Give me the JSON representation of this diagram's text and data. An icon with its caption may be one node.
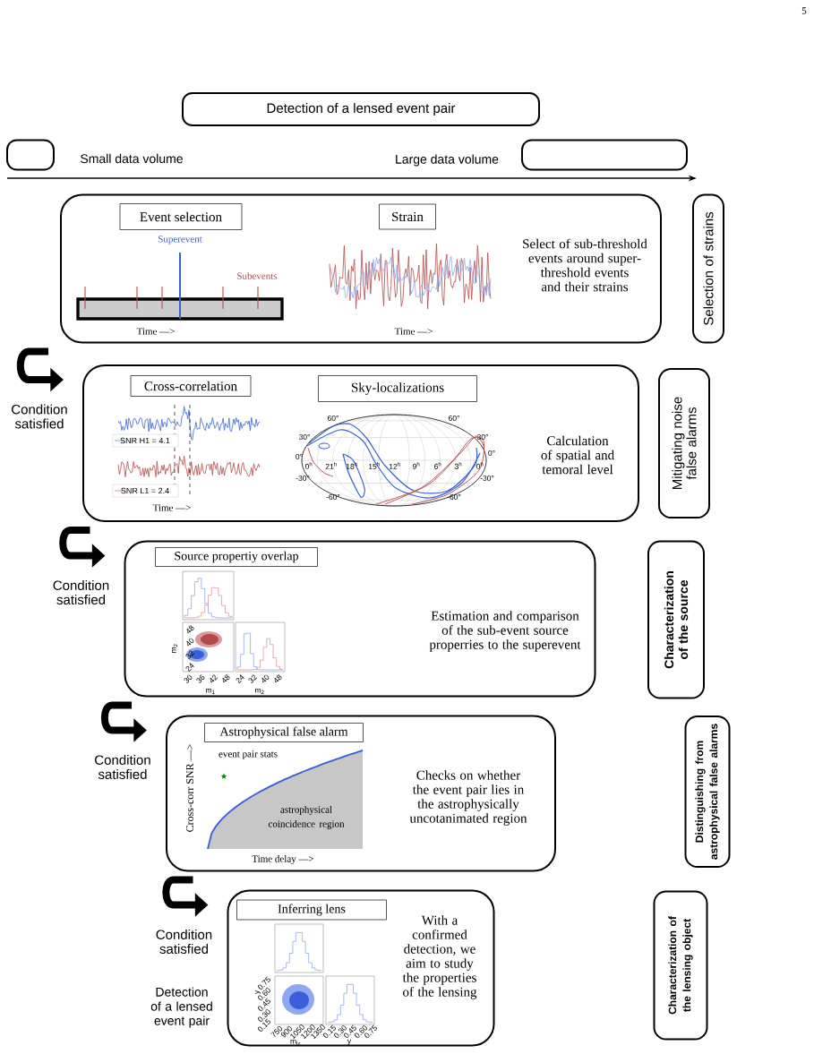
{
  "diagram": {
    "nodes": [
      {
        "text": [
          "Detection of a lensed event pair"
        ]
      },
      {
        "text": [],
        "shape": "box"
      },
      {
        "text": [],
        "shape": "box"
      },
      {
        "text": [
          "Select of sub-threshold events around super-threshold events and their strains"
        ]
      },
      {
        "text": [
          "Event selection"
        ],
        "in": 3
      },
      {
        "text": [
          "Strain"
        ],
        "in": 3
      },
      {
        "text": [
          "Selection of strains"
        ]
      },
      {
        "text": [
          "Calculation of spatial and temoral level"
        ]
      },
      {
        "text": [
          "Cross-correlation"
        ],
        "in": 7
      },
      {
        "text": [
          "Sky-localizations"
        ],
        "in": 7
      },
      {
        "text": [
          "Mitigating noise false alarms"
        ]
      },
      {
        "text": [
          "Estimation and comparison of the sub-event source properries to the superevent"
        ]
      },
      {
        "text": [
          "Source propertiy overlap"
        ],
        "in": 11
      },
      {
        "text": [
          "Characterization of the source"
        ]
      },
      {
        "text": [
          "Checks on whether the event pair lies in the astrophysically uncotanimated region"
        ]
      },
      {
        "text": [
          "Astrophysical false alarm"
        ],
        "in": 14
      },
      {
        "text": [
          "Distinguishing from astrophysical false alarms"
        ]
      },
      {
        "text": [
          "With a confirmed detection, we aim to study the properties of the lensing"
        ]
      },
      {
        "text": [
          "Inferring lens"
        ],
        "in": 17
      },
      {
        "text": [
          "Characterization of the lensing object"
        ]
      }
    ],
    "edges": [
      {
        "from": 3,
        "to": 7,
        "arrow": "to",
        "label": "Condition satisfied"
      },
      {
        "from": 7,
        "to": 11,
        "arrow": "to",
        "label": "Condition satisfied"
      },
      {
        "from": 11,
        "to": 14,
        "arrow": "to",
        "label": "Condition satisfied"
      },
      {
        "from": 14,
        "to": 17,
        "arrow": "to",
        "label": "Condition satisfied"
      }
    ],
    "labels": [
      "5",
      "Small data volume",
      "Large data volume",
      "Superevent",
      "Subevents",
      "Time —>",
      "Time —>",
      "SNR H1 = 4.1",
      "SNR L1 = 2.4",
      "Time —>",
      "60°",
      "60°",
      "30°",
      "30°",
      "0°",
      "0°",
      "-30°",
      "-30°",
      "-60°",
      "-60°",
      "0$^{h}$",
      "21$^{h}$",
      "18$^{h}$",
      "15$^{h}$",
      "12$^{h}$",
      "9$^{h}$",
      "6$^{h}$",
      "3$^{h}$",
      "0$^{h}$",
      "48",
      "40",
      "32",
      "24",
      "m$_{2}$",
      "30",
      "36",
      "42",
      "48",
      "24",
      "32",
      "40",
      "48",
      "m$_{1}$",
      "m$_{2}$",
      "Cross-corr SNR —>",
      "event pair stats",
      "astrophysical coincidence region",
      "Time delay —>",
      "0.75",
      "0.60",
      "0.45",
      "0.30",
      "0.15",
      "y",
      "750",
      "900",
      "1050",
      "1200",
      "1350",
      "0.15",
      "0.30",
      "0.45",
      "0.60",
      "0.75",
      "m$_{lz}$",
      "y",
      "Detection of a lensed event pair"
    ]
  }
}
